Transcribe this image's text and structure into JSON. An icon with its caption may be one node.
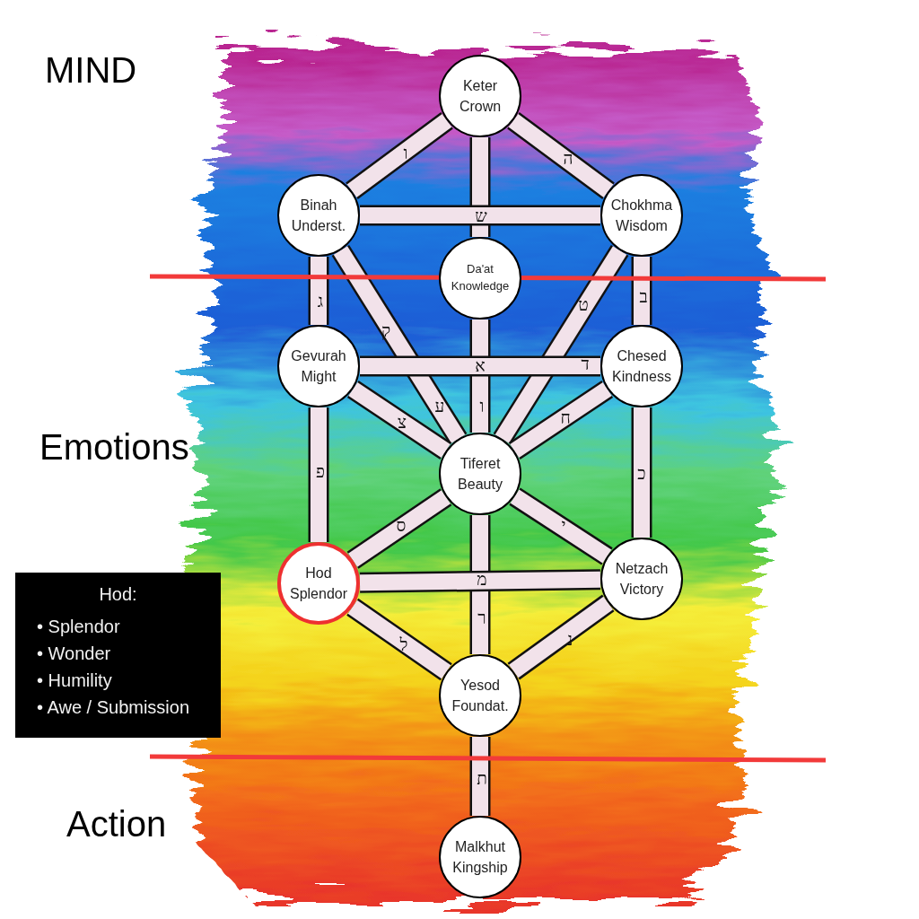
{
  "diagram": {
    "nodes": [
      {
        "text": [
          "Keter",
          "Crown"
        ]
      },
      {
        "text": [
          "Binah",
          "Underst."
        ]
      },
      {
        "text": [
          "Chokhma",
          "Wisdom"
        ]
      },
      {
        "text": [
          "Da'at",
          "Knowledge"
        ]
      },
      {
        "text": [
          "Gevurah",
          "Might"
        ]
      },
      {
        "text": [
          "Chesed",
          "Kindness"
        ]
      },
      {
        "text": [
          "Tiferet",
          "Beauty"
        ]
      },
      {
        "text": [
          "Hod",
          "Splendor"
        ]
      },
      {
        "text": [
          "Netzach",
          "Victory"
        ]
      },
      {
        "text": [
          "Yesod",
          "Foundat."
        ]
      },
      {
        "text": [
          "Malkhut",
          "Kingship"
        ]
      },
      {
        "text": [
          "Hod:",
          "• Splendor",
          "• Wonder",
          "• Humility",
          "• Awe / Submission"
        ]
      }
    ],
    "edges": [
      {
        "from": 0,
        "to": 1,
        "arrow": "none",
        "label": "ו"
      },
      {
        "from": 0,
        "to": 2,
        "arrow": "none",
        "label": "ה"
      },
      {
        "from": 1,
        "to": 2,
        "arrow": "none",
        "label": "ש"
      },
      {
        "from": 0,
        "to": 3,
        "arrow": "none"
      },
      {
        "from": 3,
        "to": 6,
        "arrow": "none",
        "label": "ו"
      },
      {
        "from": 1,
        "to": 4,
        "arrow": "none",
        "label": "ג"
      },
      {
        "from": 1,
        "to": 6,
        "arrow": "none",
        "label": "ק"
      },
      {
        "from": 2,
        "to": 6,
        "arrow": "none",
        "label": "ט"
      },
      {
        "from": 2,
        "to": 5,
        "arrow": "none",
        "label": "ב"
      },
      {
        "from": 4,
        "to": 5,
        "arrow": "none",
        "label": "א"
      },
      {
        "from": 4,
        "to": 6,
        "arrow": "none",
        "label": "צ"
      },
      {
        "from": 5,
        "to": 6,
        "arrow": "none",
        "label": "ח"
      },
      {
        "from": 4,
        "to": 7,
        "arrow": "none",
        "label": "פ"
      },
      {
        "from": 5,
        "to": 8,
        "arrow": "none",
        "label": "כ"
      },
      {
        "from": 6,
        "to": 7,
        "arrow": "none",
        "label": "ס"
      },
      {
        "from": 6,
        "to": 8,
        "arrow": "none",
        "label": "י"
      },
      {
        "from": 7,
        "to": 8,
        "arrow": "none",
        "label": "מ"
      },
      {
        "from": 6,
        "to": 9,
        "arrow": "none",
        "label": "ר"
      },
      {
        "from": 7,
        "to": 9,
        "arrow": "none",
        "label": "ל"
      },
      {
        "from": 8,
        "to": 9,
        "arrow": "none",
        "label": "נ"
      },
      {
        "from": 9,
        "to": 10,
        "arrow": "none",
        "label": "ת"
      }
    ],
    "labels": [
      "MIND",
      "ד",
      "ע",
      "Emotions",
      "Action"
    ]
  }
}
